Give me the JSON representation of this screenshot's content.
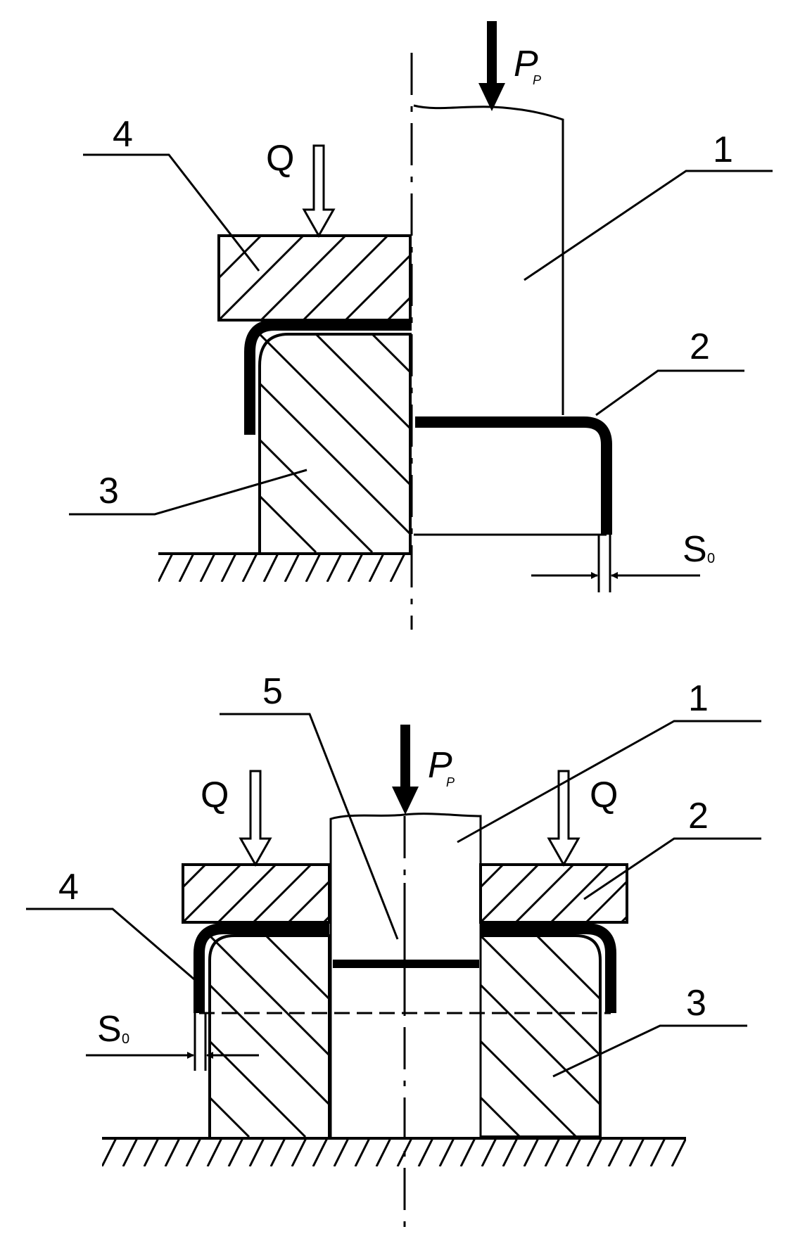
{
  "diagram": {
    "top": {
      "labels": {
        "punch": "1",
        "blank": "2",
        "die": "3",
        "holder": "4",
        "force_main": "P",
        "force_main_sub": "P",
        "force_holder": "Q",
        "gap": "S",
        "gap_sub": "0"
      }
    },
    "bottom": {
      "labels": {
        "punch": "1",
        "blank": "2",
        "die": "3",
        "holder": "4",
        "ejector": "5",
        "force_main": "P",
        "force_main_sub": "P",
        "force_holder_left": "Q",
        "force_holder_right": "Q",
        "gap": "S",
        "gap_sub": "0"
      }
    }
  }
}
